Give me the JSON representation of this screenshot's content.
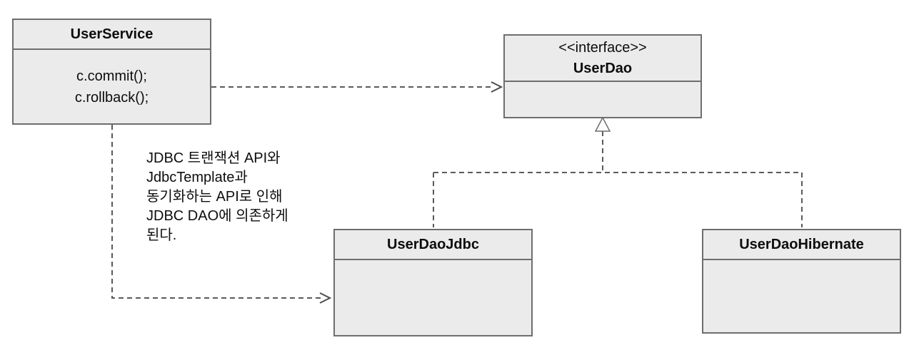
{
  "classes": {
    "user_service": {
      "title": "UserService",
      "body_lines": [
        "c.commit();",
        "c.rollback();"
      ]
    },
    "user_dao": {
      "stereotype": "<<interface>>",
      "title": "UserDao"
    },
    "user_dao_jdbc": {
      "title": "UserDaoJdbc"
    },
    "user_dao_hibernate": {
      "title": "UserDaoHibernate"
    }
  },
  "note": {
    "lines": [
      "JDBC 트랜잭션 API와",
      "JdbcTemplate과",
      "동기화하는 API로 인해",
      "JDBC DAO에 의존하게",
      "된다."
    ]
  },
  "relationships": [
    {
      "from": "UserService",
      "to": "UserDao",
      "type": "dashed dependency arrow"
    },
    {
      "from": "UserService",
      "to": "UserDaoJdbc",
      "type": "dashed dependency arrow"
    },
    {
      "from": "UserDaoJdbc",
      "to": "UserDao",
      "type": "dashed realization (hollow triangle)"
    },
    {
      "from": "UserDaoHibernate",
      "to": "UserDao",
      "type": "dashed realization (hollow triangle)"
    }
  ],
  "colors": {
    "background": "#ffffff",
    "box_fill": "#ebebeb",
    "box_border": "#6e6e6e",
    "connector": "#5a5a5a",
    "text": "#0d0d0d"
  }
}
